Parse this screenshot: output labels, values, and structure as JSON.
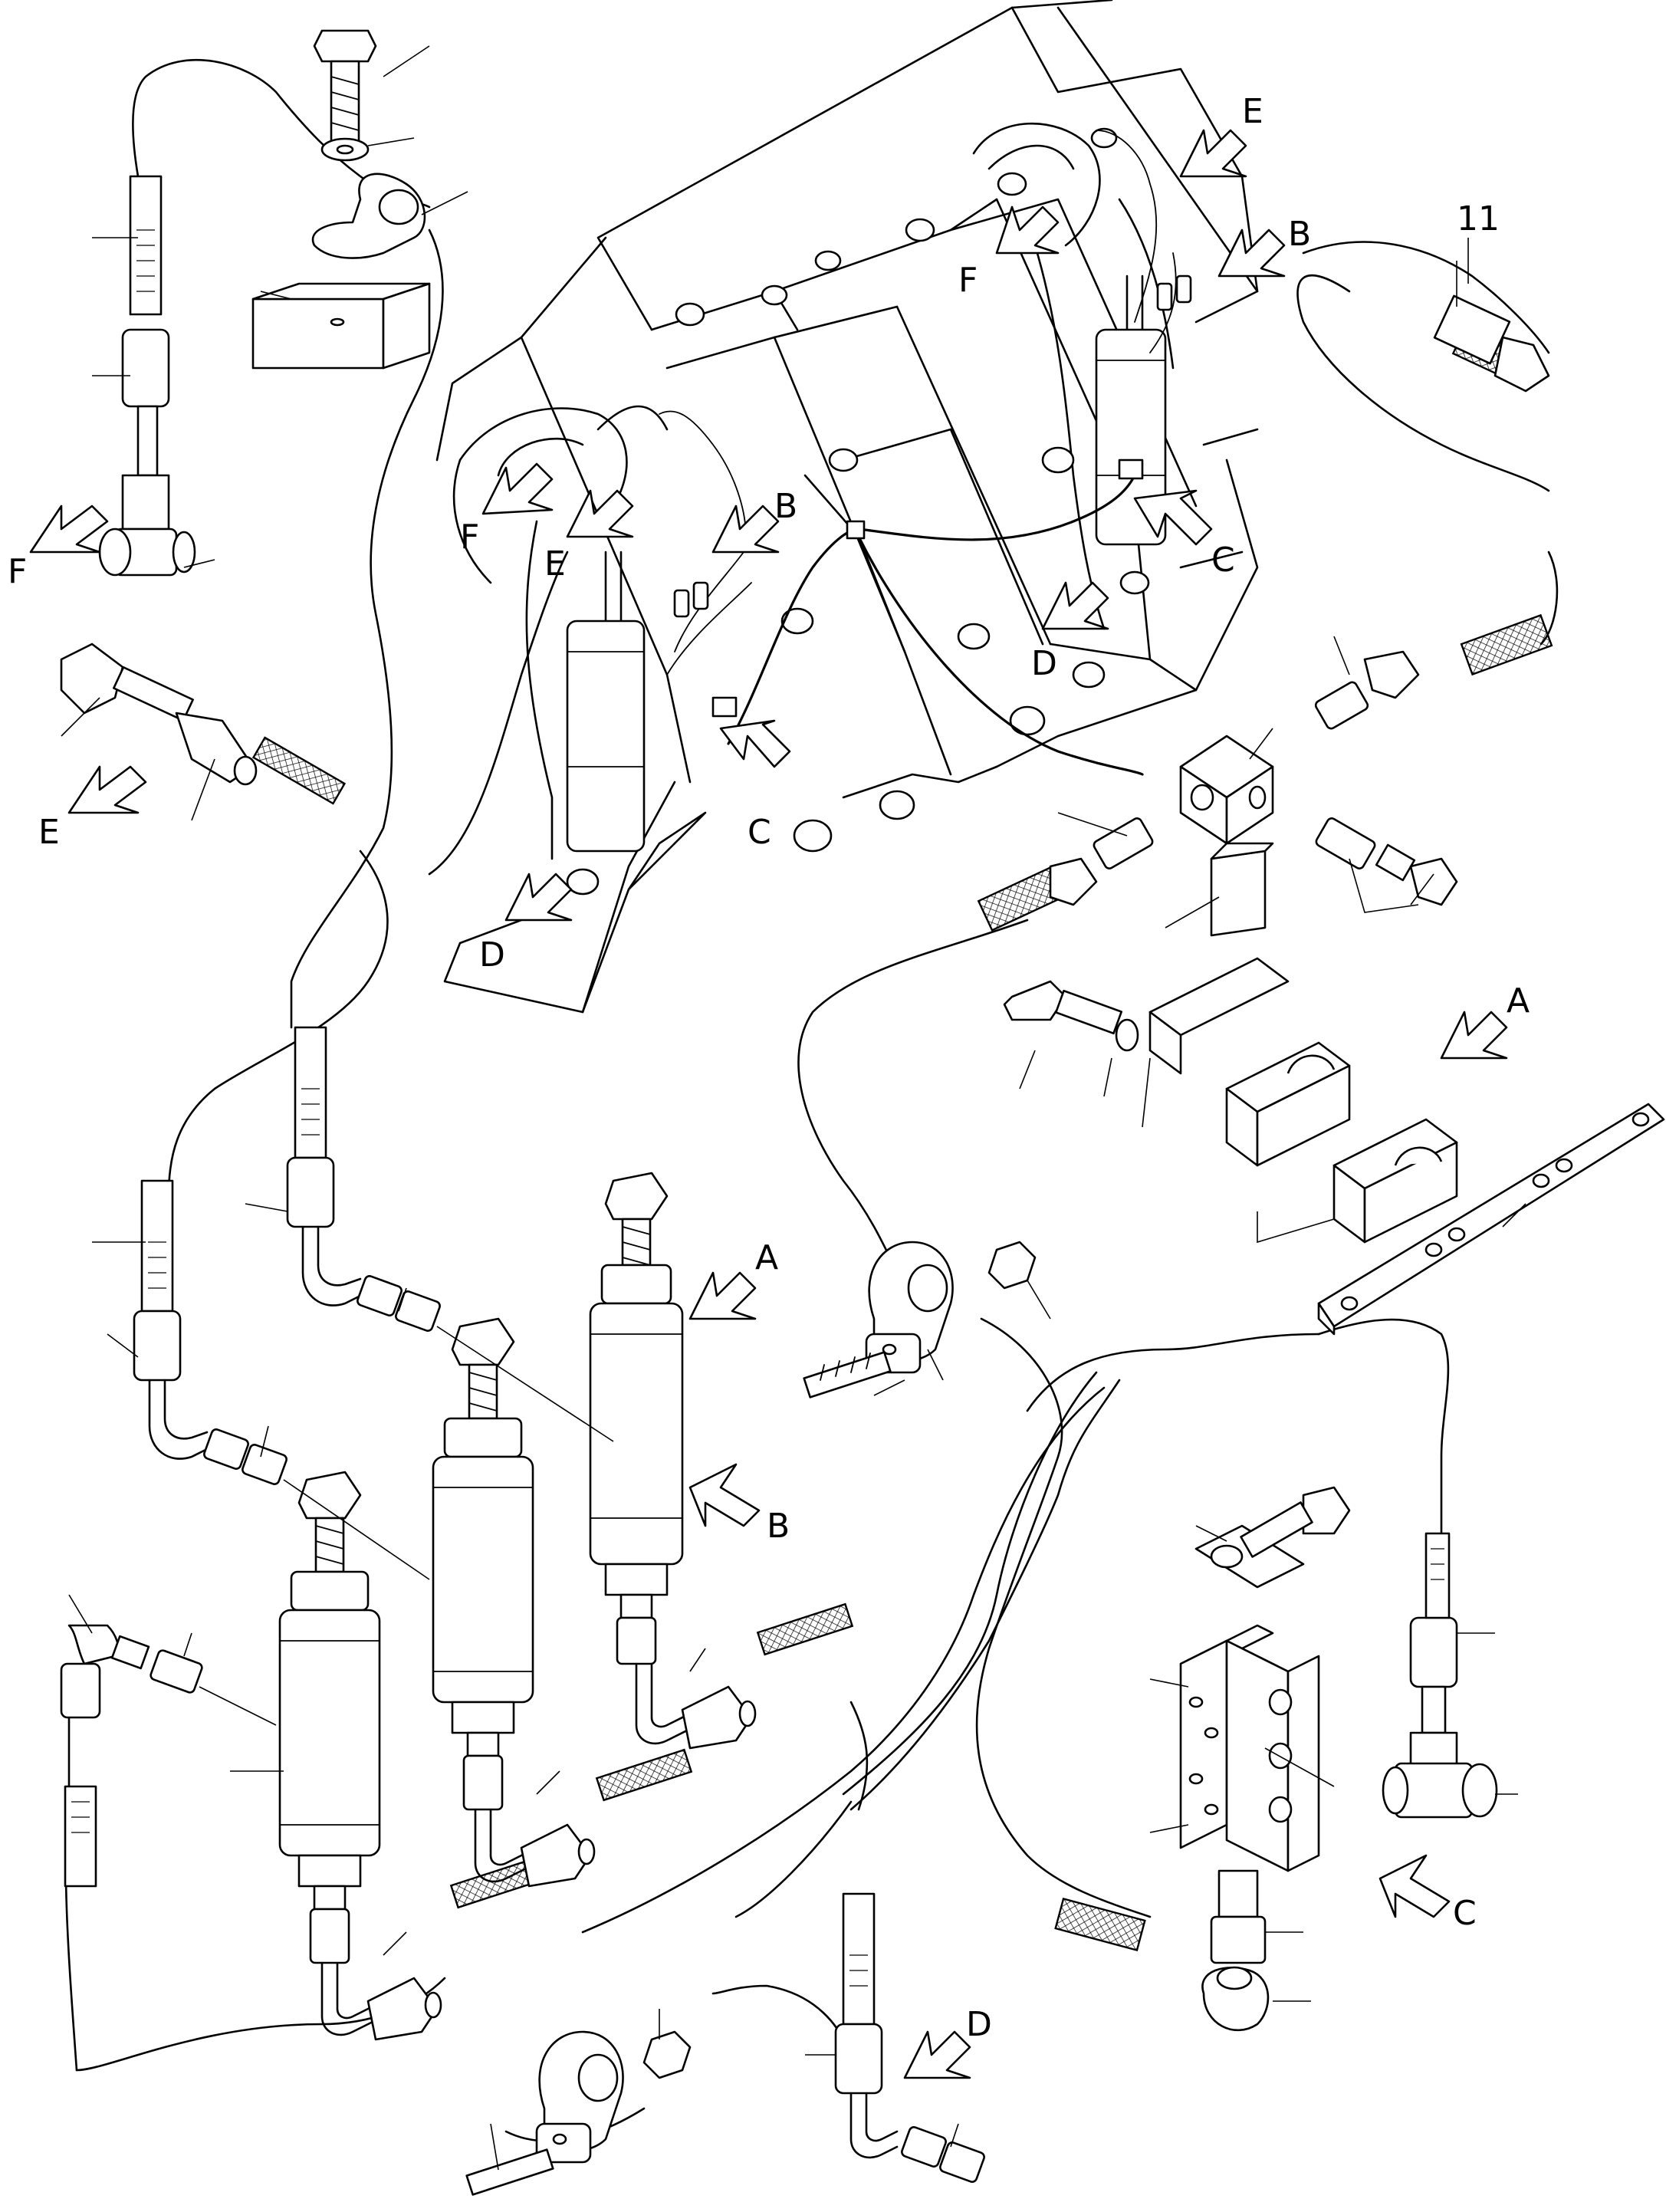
{
  "callouts": {
    "part_number": "11",
    "A": "A",
    "B": "B",
    "C": "C",
    "D": "D",
    "E": "E",
    "F": "F"
  }
}
